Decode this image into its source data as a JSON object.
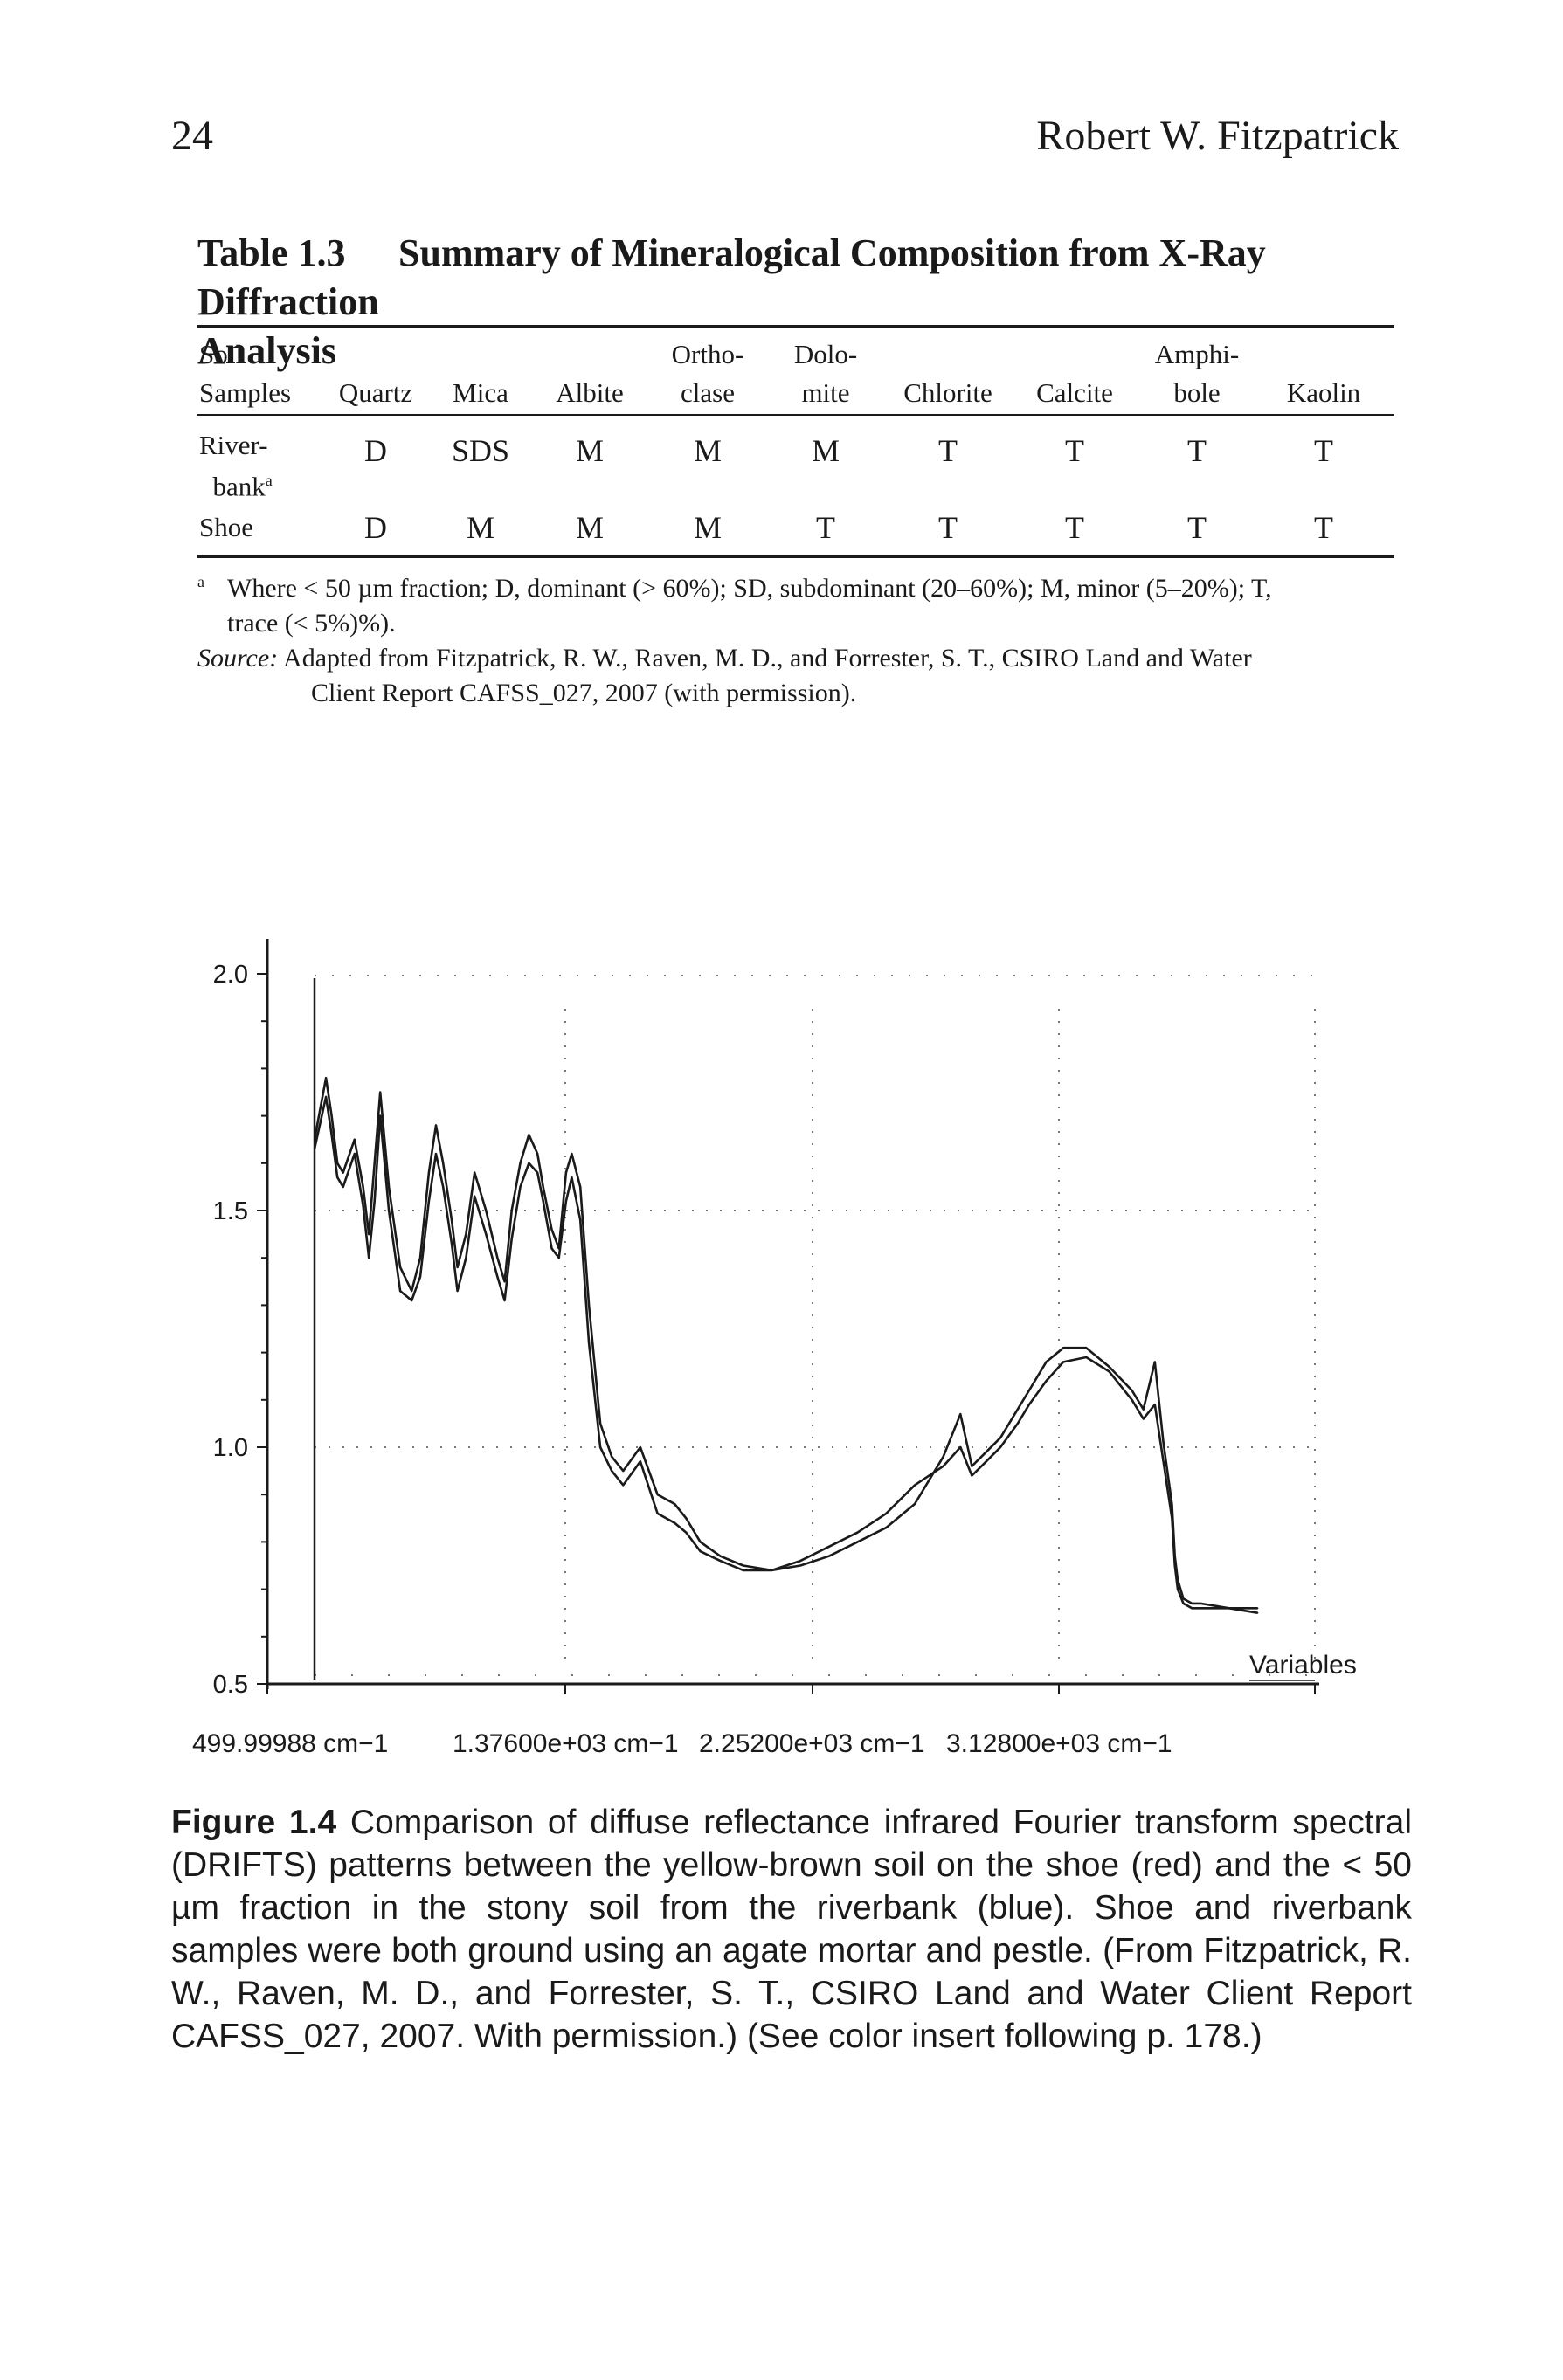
{
  "header": {
    "page_number": "24",
    "author": "Robert W. Fitzpatrick"
  },
  "table": {
    "label": "Table 1.3",
    "title_line1": "Summary of Mineralogical Composition from X-Ray Diffraction",
    "title_line2": "Analysis",
    "columns": [
      {
        "line1": "Soil",
        "line2": "Samples"
      },
      {
        "line1": "",
        "line2": "Quartz"
      },
      {
        "line1": "",
        "line2": "Mica"
      },
      {
        "line1": "",
        "line2": "Albite"
      },
      {
        "line1": "Ortho-",
        "line2": "clase"
      },
      {
        "line1": "Dolo-",
        "line2": "mite"
      },
      {
        "line1": "",
        "line2": "Chlorite"
      },
      {
        "line1": "",
        "line2": "Calcite"
      },
      {
        "line1": "Amphi-",
        "line2": "bole"
      },
      {
        "line1": "",
        "line2": "Kaolin"
      }
    ],
    "rows": [
      {
        "label_line1": "River-",
        "label_line2": "bank",
        "label_sup": "a",
        "values": [
          "D",
          "SDS",
          "M",
          "M",
          "M",
          "T",
          "T",
          "T",
          "T"
        ]
      },
      {
        "label_line1": "Shoe",
        "label_line2": "",
        "label_sup": "",
        "values": [
          "D",
          "M",
          "M",
          "M",
          "T",
          "T",
          "T",
          "T",
          "T"
        ]
      }
    ],
    "footnote_marker": "a",
    "footnote_line1": "Where < 50 µm fraction; D, dominant (> 60%); SD, subdominant (20–60%); M, minor (5–20%); T,",
    "footnote_line2": "trace (< 5%)%).",
    "source_label": "Source:",
    "source_line1": "Adapted from Fitzpatrick, R. W., Raven, M. D., and Forrester, S. T., CSIRO Land and Water",
    "source_line2": "Client Report CAFSS_027, 2007 (with permission)."
  },
  "chart_data": {
    "type": "line",
    "title": "",
    "xlabel": "",
    "ylabel": "",
    "ylim": [
      0.5,
      2.0
    ],
    "xlim": [
      499.99988,
      4000
    ],
    "legend_label": "Variables",
    "y_ticks": [
      "2.0",
      "1.5",
      "1.0",
      "0.5"
    ],
    "x_ticks": [
      "499.99988 cm−1",
      "1.37600e+03 cm−1",
      "2.25200e+03 cm−1",
      "3.12800e+03 cm−1"
    ],
    "series": [
      {
        "color": "#1a1a1a",
        "x": [
          500,
          540,
          560,
          580,
          600,
          640,
          670,
          690,
          710,
          730,
          760,
          800,
          840,
          870,
          900,
          925,
          950,
          980,
          1000,
          1030,
          1060,
          1100,
          1140,
          1165,
          1190,
          1220,
          1250,
          1280,
          1300,
          1330,
          1355,
          1380,
          1400,
          1430,
          1460,
          1500,
          1540,
          1580,
          1640,
          1700,
          1760,
          1800,
          1850,
          1920,
          2000,
          2100,
          2200,
          2300,
          2400,
          2500,
          2600,
          2700,
          2760,
          2800,
          2850,
          2900,
          2960,
          3000,
          3060,
          3120,
          3200,
          3280,
          3360,
          3400,
          3440,
          3470,
          3500,
          3510,
          3520,
          3540,
          3570,
          3600,
          3700,
          3800
        ],
        "y": [
          1.65,
          1.78,
          1.7,
          1.6,
          1.58,
          1.65,
          1.55,
          1.45,
          1.6,
          1.75,
          1.55,
          1.38,
          1.33,
          1.4,
          1.58,
          1.68,
          1.6,
          1.48,
          1.38,
          1.45,
          1.58,
          1.5,
          1.4,
          1.35,
          1.5,
          1.6,
          1.66,
          1.62,
          1.55,
          1.46,
          1.42,
          1.58,
          1.62,
          1.55,
          1.3,
          1.05,
          0.98,
          0.95,
          1.0,
          0.9,
          0.88,
          0.85,
          0.8,
          0.77,
          0.75,
          0.74,
          0.75,
          0.77,
          0.8,
          0.83,
          0.88,
          0.98,
          1.07,
          0.96,
          0.99,
          1.02,
          1.08,
          1.12,
          1.18,
          1.21,
          1.21,
          1.17,
          1.12,
          1.08,
          1.18,
          1.01,
          0.88,
          0.77,
          0.72,
          0.68,
          0.67,
          0.67,
          0.66,
          0.65
        ]
      },
      {
        "color": "#1a1a1a",
        "x": [
          500,
          540,
          560,
          580,
          600,
          640,
          670,
          690,
          710,
          730,
          760,
          800,
          840,
          870,
          900,
          925,
          950,
          980,
          1000,
          1030,
          1060,
          1100,
          1140,
          1165,
          1190,
          1220,
          1250,
          1280,
          1300,
          1330,
          1355,
          1380,
          1400,
          1430,
          1460,
          1500,
          1540,
          1580,
          1640,
          1700,
          1760,
          1800,
          1850,
          1920,
          2000,
          2100,
          2200,
          2300,
          2400,
          2500,
          2600,
          2700,
          2760,
          2800,
          2850,
          2900,
          2960,
          3000,
          3060,
          3120,
          3200,
          3280,
          3360,
          3400,
          3440,
          3470,
          3500,
          3510,
          3520,
          3540,
          3570,
          3600,
          3700,
          3800
        ],
        "y": [
          1.63,
          1.74,
          1.66,
          1.57,
          1.55,
          1.62,
          1.51,
          1.4,
          1.52,
          1.7,
          1.5,
          1.33,
          1.31,
          1.36,
          1.52,
          1.62,
          1.55,
          1.43,
          1.33,
          1.4,
          1.53,
          1.45,
          1.36,
          1.31,
          1.44,
          1.55,
          1.6,
          1.58,
          1.52,
          1.42,
          1.4,
          1.52,
          1.57,
          1.48,
          1.22,
          1.0,
          0.95,
          0.92,
          0.97,
          0.86,
          0.84,
          0.82,
          0.78,
          0.76,
          0.74,
          0.74,
          0.76,
          0.79,
          0.82,
          0.86,
          0.92,
          0.96,
          1.0,
          0.94,
          0.97,
          1.0,
          1.05,
          1.09,
          1.14,
          1.18,
          1.19,
          1.16,
          1.1,
          1.06,
          1.09,
          0.97,
          0.85,
          0.75,
          0.7,
          0.67,
          0.66,
          0.66,
          0.66,
          0.66
        ]
      }
    ]
  },
  "caption": {
    "label": "Figure 1.4",
    "text": "Comparison of diffuse reflectance infrared Fourier transform spectral (DRIFTS) patterns between the yellow-brown soil on the shoe (red) and the < 50 µm fraction in the stony soil from the riverbank (blue). Shoe and riverbank samples were both ground using an agate mortar and pestle. (From Fitzpatrick, R. W., Raven, M. D., and Forrester, S. T., CSIRO Land and Water Client Report CAFSS_027, 2007. With permission.) (See color insert following p. 178.)"
  }
}
